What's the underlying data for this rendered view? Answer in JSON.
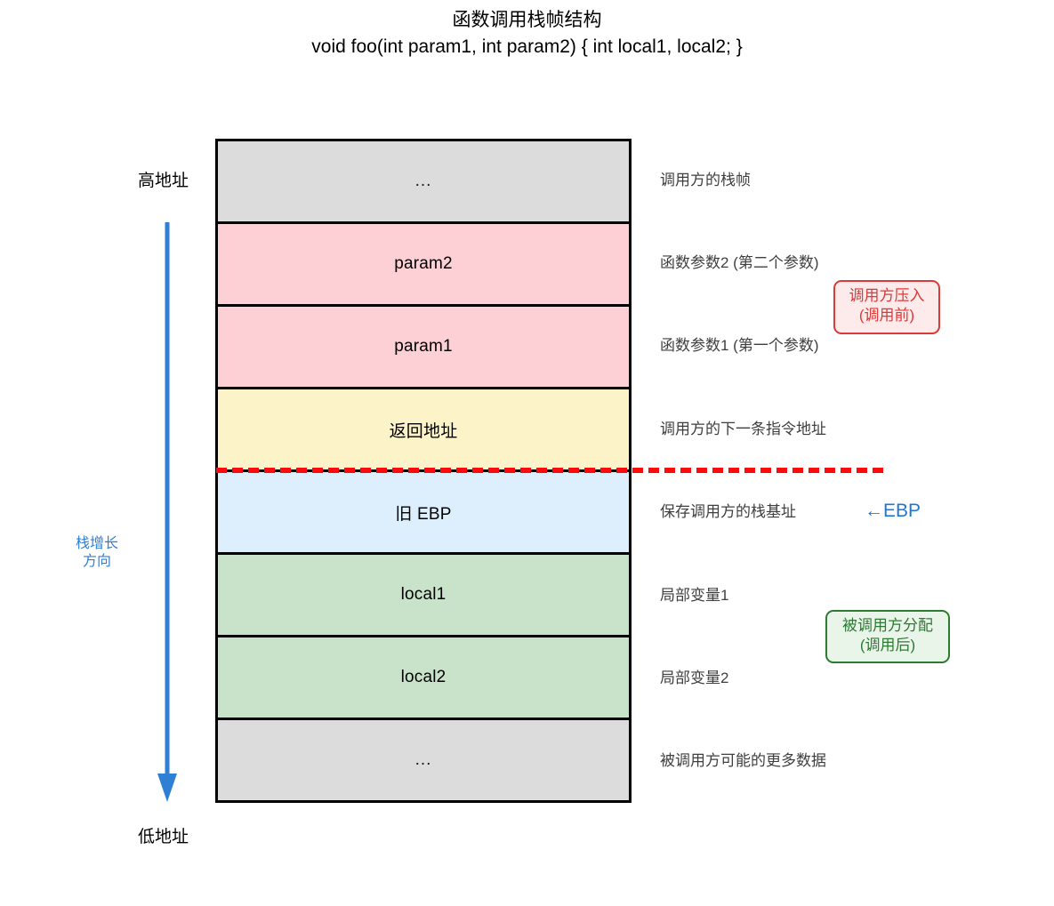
{
  "title": {
    "main": "函数调用栈帧结构",
    "signature": "void foo(int param1, int param2) { int local1, local2; }"
  },
  "colors": {
    "caller_accent": "#d93a3a",
    "callee_accent": "#2d7a33",
    "ebp_marker": "#1f77d4",
    "growth_arrow": "#2f7fd4",
    "boundary_line": "#fb0b0b",
    "fill_gray": "#dcdcdc",
    "fill_pink": "#fcd0d4",
    "fill_yellow": "#fcf3c8",
    "fill_blue": "#ddeffc",
    "fill_green": "#c9e3ca"
  },
  "left_axis": {
    "high_address": "高地址",
    "low_address": "低地址",
    "growth_direction": "栈增长\n方向",
    "arrow_icon": "down-arrow-icon"
  },
  "stack": {
    "cells": [
      {
        "label": "...",
        "note": "调用方的栈帧",
        "fill": "gray"
      },
      {
        "label": "param2",
        "note": "函数参数2 (第二个参数)",
        "fill": "pink"
      },
      {
        "label": "param1",
        "note": "函数参数1 (第一个参数)",
        "fill": "pink"
      },
      {
        "label": "返回地址",
        "note": "调用方的下一条指令地址",
        "fill": "yellow"
      },
      {
        "label": "旧 EBP",
        "note": "保存调用方的栈基址",
        "fill": "blue"
      },
      {
        "label": "local1",
        "note": "局部变量1",
        "fill": "green"
      },
      {
        "label": "local2",
        "note": "局部变量2",
        "fill": "green"
      },
      {
        "label": "...",
        "note": "被调用方可能的更多数据",
        "fill": "gray"
      }
    ]
  },
  "markers": {
    "ebp_pointer": "←EBP",
    "frame_boundary": "frame-boundary-dashed-line"
  },
  "callouts": {
    "caller": "调用方压入\n(调用前)",
    "callee": "被调用方分配\n(调用后)"
  }
}
